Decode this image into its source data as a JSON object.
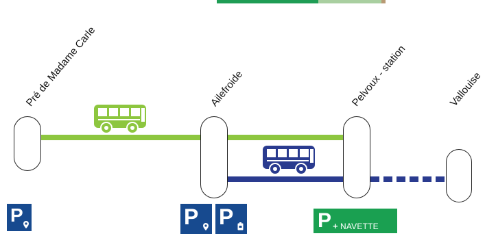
{
  "stations": [
    {
      "id": "pre-de-madame-carle",
      "name": "Pré de Madame Carle"
    },
    {
      "id": "ailefroide",
      "name": "Ailefroide"
    },
    {
      "id": "pelvoux-station",
      "name": "Pelvoux - station"
    },
    {
      "id": "vallouise",
      "name": "Vallouise"
    }
  ],
  "routes": [
    {
      "from": "Pré de Madame Carle",
      "to": "Pelvoux - station",
      "color": "#8dc63f",
      "style": "solid"
    },
    {
      "from": "Ailefroide",
      "to": "Pelvoux - station",
      "color": "#2a3b8f",
      "style": "solid"
    },
    {
      "from": "Pelvoux - station",
      "to": "Vallouise",
      "color": "#2a3b8f",
      "style": "dashed"
    }
  ],
  "buses": [
    {
      "color": "#8dc63f",
      "icon": "green-bus-icon"
    },
    {
      "color": "#2a3b8f",
      "icon": "blue-bus-icon"
    }
  ],
  "parking": {
    "p1": {
      "letter": "P"
    },
    "p2": {
      "letter": "P"
    },
    "p3": {
      "letter": "P"
    },
    "navette": {
      "letter": "P",
      "plus": "+",
      "text": "NAVETTE",
      "color": "#1aa051"
    }
  },
  "colors": {
    "green_line": "#8dc63f",
    "blue_line": "#2a3b8f",
    "parking_blue": "#174a8f",
    "navette_green": "#1aa051"
  }
}
